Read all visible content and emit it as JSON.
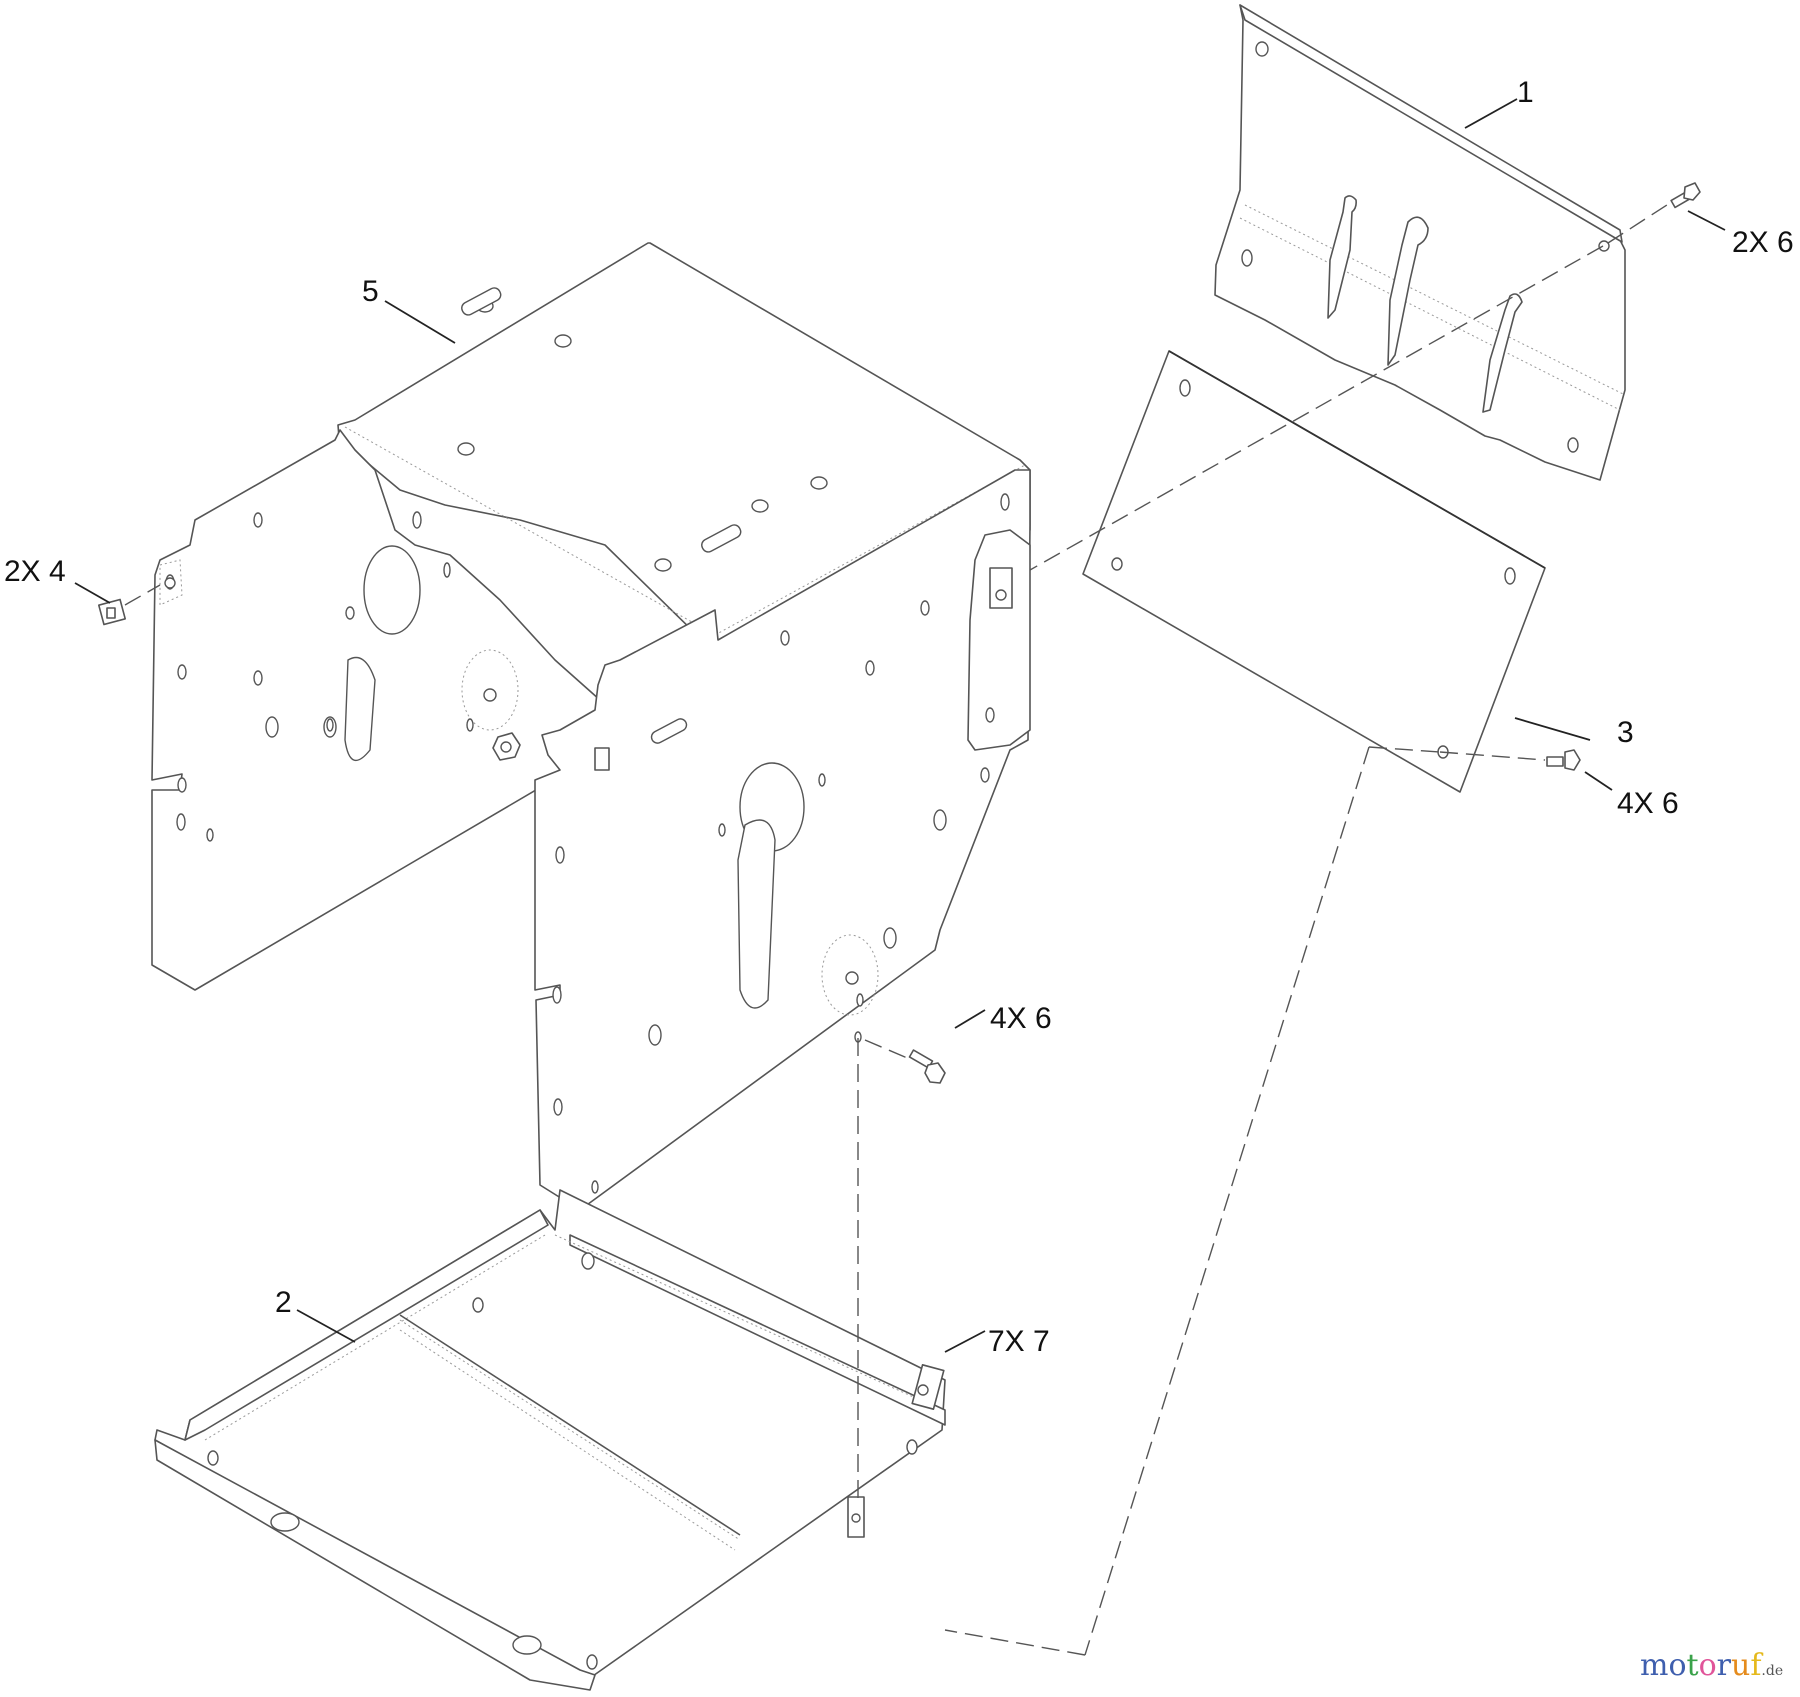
{
  "diagram": {
    "type": "exploded-parts-view",
    "parts": [
      {
        "ref": "1",
        "description": "upper deflector plate with slotted tabs"
      },
      {
        "ref": "2",
        "description": "bottom tray / pan"
      },
      {
        "ref": "3",
        "description": "flat cover plate"
      },
      {
        "ref": "5",
        "description": "main housing / frame"
      }
    ],
    "callouts": [
      {
        "id": "c1",
        "text": "1"
      },
      {
        "id": "c2x6",
        "text": "2X 6"
      },
      {
        "id": "c5",
        "text": "5"
      },
      {
        "id": "c2x4",
        "text": "2X 4"
      },
      {
        "id": "c3",
        "text": "3"
      },
      {
        "id": "c4x6a",
        "text": "4X 6"
      },
      {
        "id": "c4x6b",
        "text": "4X 6"
      },
      {
        "id": "c2",
        "text": "2"
      },
      {
        "id": "c7x7",
        "text": "7X 7"
      }
    ]
  },
  "watermark": {
    "letters": [
      {
        "ch": "m",
        "color": "#3f5fae"
      },
      {
        "ch": "o",
        "color": "#3f5fae"
      },
      {
        "ch": "t",
        "color": "#3aa24a"
      },
      {
        "ch": "o",
        "color": "#e0559a"
      },
      {
        "ch": "r",
        "color": "#3f5fae"
      },
      {
        "ch": "u",
        "color": "#e58b1c"
      },
      {
        "ch": "f",
        "color": "#e5b91c"
      }
    ],
    "suffix": ".de"
  }
}
